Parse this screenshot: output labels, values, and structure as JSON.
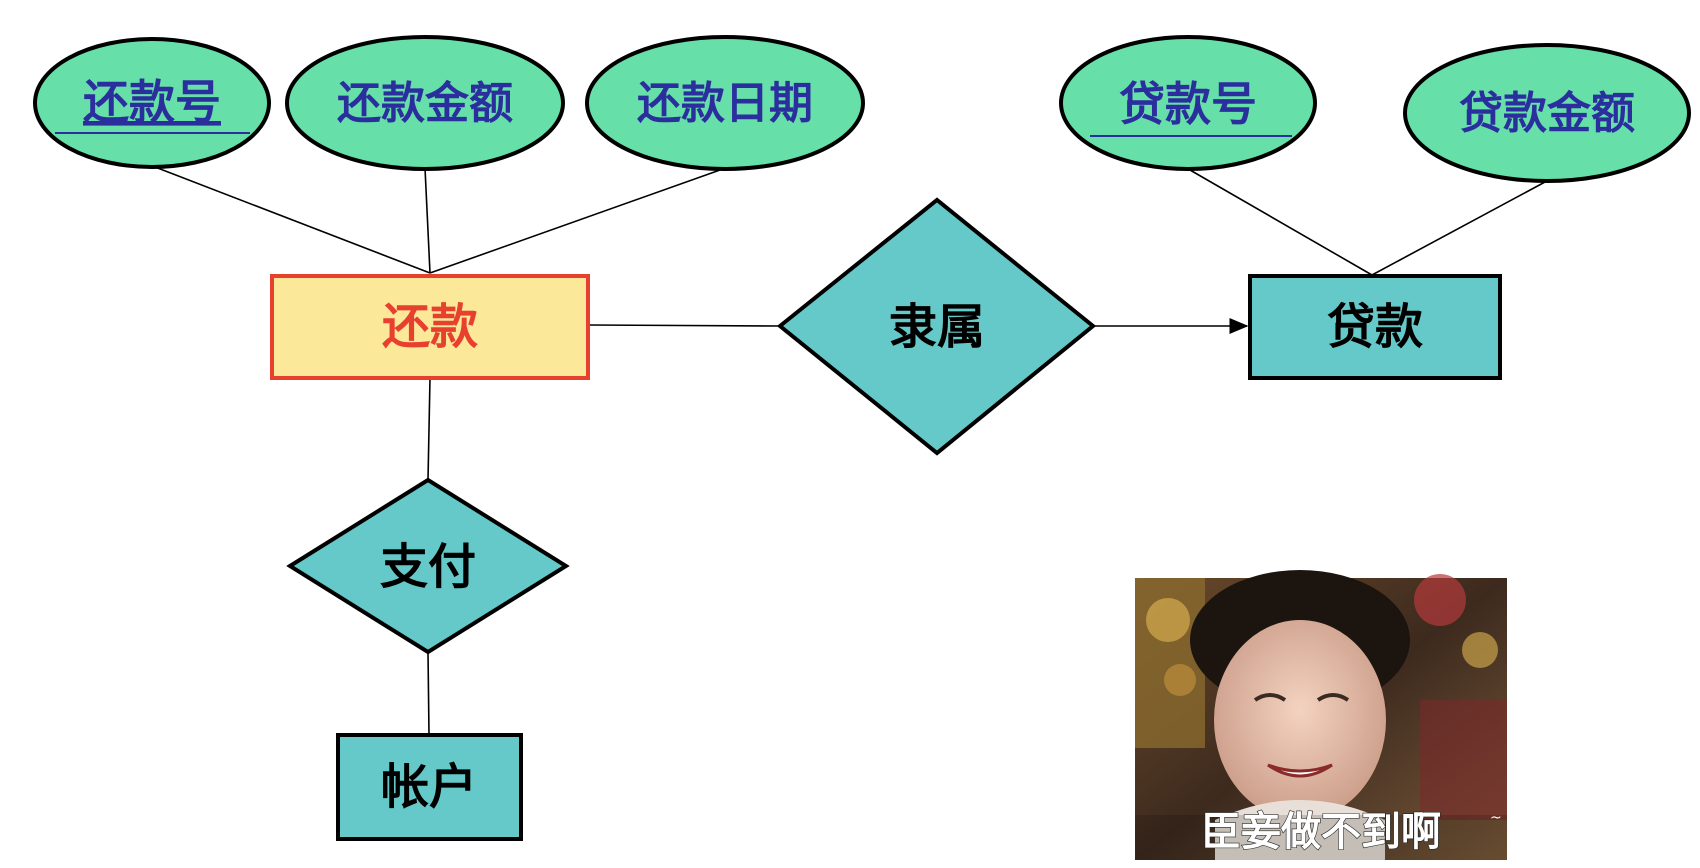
{
  "attributes": {
    "repay_no": "还款号",
    "repay_amount": "还款金额",
    "repay_date": "还款日期",
    "loan_no": "贷款号",
    "loan_amount": "贷款金额"
  },
  "entities": {
    "repayment": "还款",
    "loan": "贷款",
    "account": "帐户"
  },
  "relationships": {
    "belongs_to": "隶属",
    "pay": "支付"
  },
  "meme": {
    "caption": "臣妾做不到啊"
  },
  "colors": {
    "attribute_fill": "#66e0a8",
    "entity_fill": "#66c9c9",
    "weak_entity_fill": "#fbe999",
    "weak_entity_border": "#e8402f",
    "weak_entity_text": "#e8402f",
    "attribute_text": "#2b2f9e"
  }
}
